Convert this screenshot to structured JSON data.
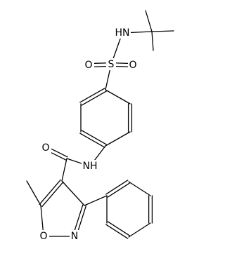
{
  "structure": {
    "atoms": {
      "sulfonamide_nh": "HN",
      "sulfur": "S",
      "sulfonyl_o_left": "O",
      "sulfonyl_o_right": "O",
      "amide_o": "O",
      "amide_nh": "NH",
      "ring_o": "O",
      "ring_n": "N"
    }
  },
  "colors": {
    "ink": "#000000",
    "background": "#ffffff"
  }
}
